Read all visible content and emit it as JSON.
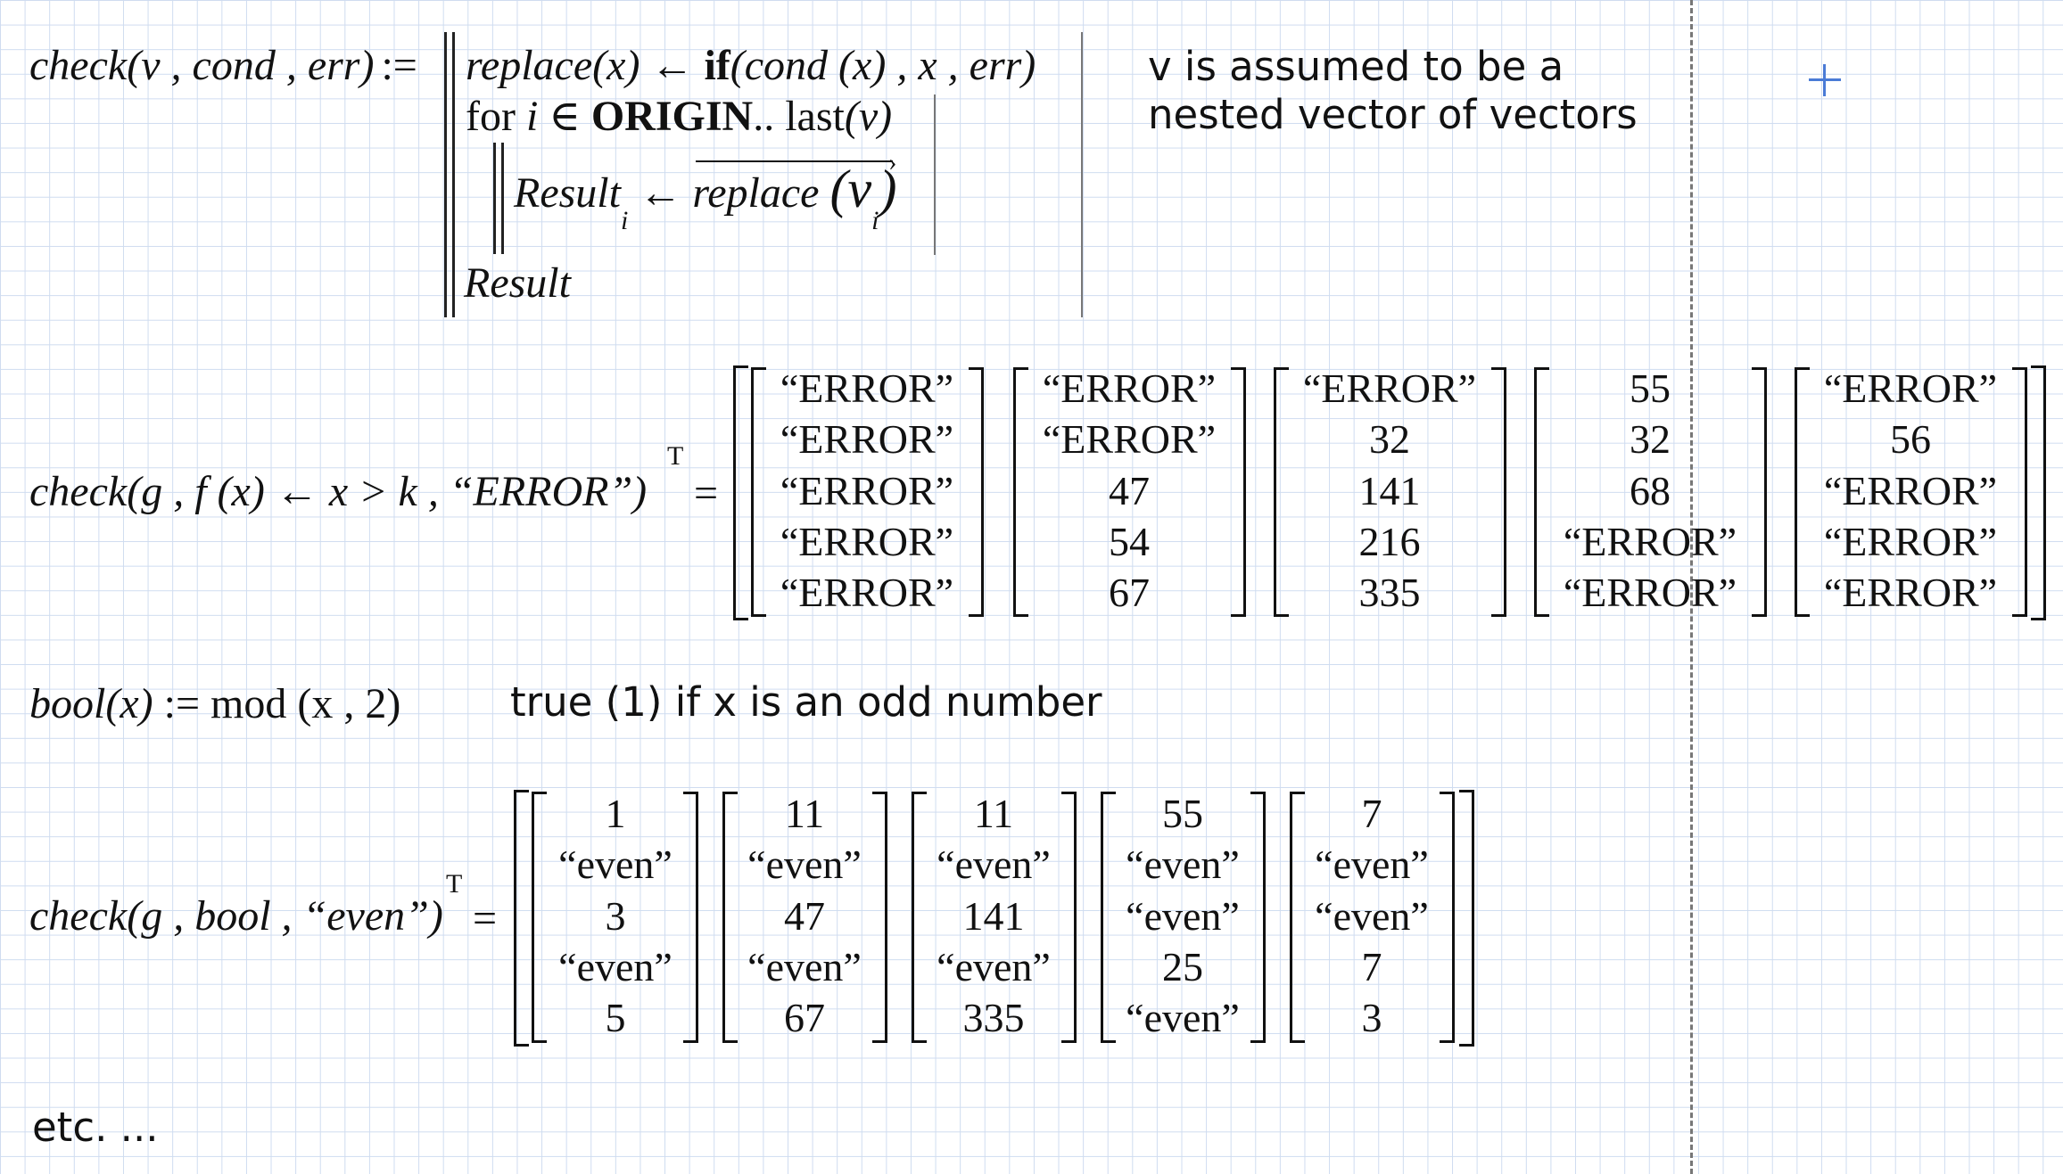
{
  "def": {
    "lhs": "check",
    "params": "(v , cond , err)",
    "assign": ":=",
    "line1_fn": "replace",
    "line1_arg": "(x)",
    "line1_arrow": "←",
    "line1_if": "if",
    "line1_args": "(cond (x) , x , err)",
    "line2_for": "for",
    "line2_i": "i",
    "line2_in": "∈",
    "line2_origin": "ORIGIN",
    "line2_range": "..",
    "line2_last": "last",
    "line2_arg": "(v)",
    "line3_result": "Result",
    "line3_sub": "i",
    "line3_arrow": "←",
    "line3_replace": "replace",
    "line3_arg": "(v",
    "line3_arg_sub": "i",
    "line3_close": ")",
    "line4_result": "Result"
  },
  "note1_line1": "v is assumed to be a",
  "note1_line2": "nested vector of vectors",
  "expr1": {
    "lhs_fn": "check",
    "lhs_args": "(g , f (x) ← x > k , “ERROR”)",
    "sup": "T",
    "eq": "=",
    "matrices": [
      [
        "“ERROR”",
        "“ERROR”",
        "“ERROR”",
        "“ERROR”",
        "“ERROR”"
      ],
      [
        "“ERROR”",
        "“ERROR”",
        "47",
        "54",
        "67"
      ],
      [
        "“ERROR”",
        "32",
        "141",
        "216",
        "335"
      ],
      [
        "55",
        "32",
        "68",
        "“ERROR”",
        "“ERROR”"
      ],
      [
        "“ERROR”",
        "56",
        "“ERROR”",
        "“ERROR”",
        "“ERROR”"
      ]
    ]
  },
  "bool_def": {
    "name": "bool",
    "arg": "(x)",
    "assign": ":=",
    "rhs": "mod (x , 2)"
  },
  "note2": "true (1) if x is an odd number",
  "expr2": {
    "lhs_fn": "check",
    "lhs_args": "(g , bool , “even”)",
    "sup": "T",
    "eq": "=",
    "matrices": [
      [
        "1",
        "“even”",
        "3",
        "“even”",
        "5"
      ],
      [
        "11",
        "“even”",
        "47",
        "“even”",
        "67"
      ],
      [
        "11",
        "“even”",
        "141",
        "“even”",
        "335"
      ],
      [
        "55",
        "“even”",
        "“even”",
        "25",
        "“even”"
      ],
      [
        "7",
        "“even”",
        "“even”",
        "7",
        "3"
      ]
    ]
  },
  "footer": "etc. ...",
  "colors": {
    "grid": "#cfdcf0",
    "cursor": "#4a7bd6",
    "text": "#111111"
  }
}
